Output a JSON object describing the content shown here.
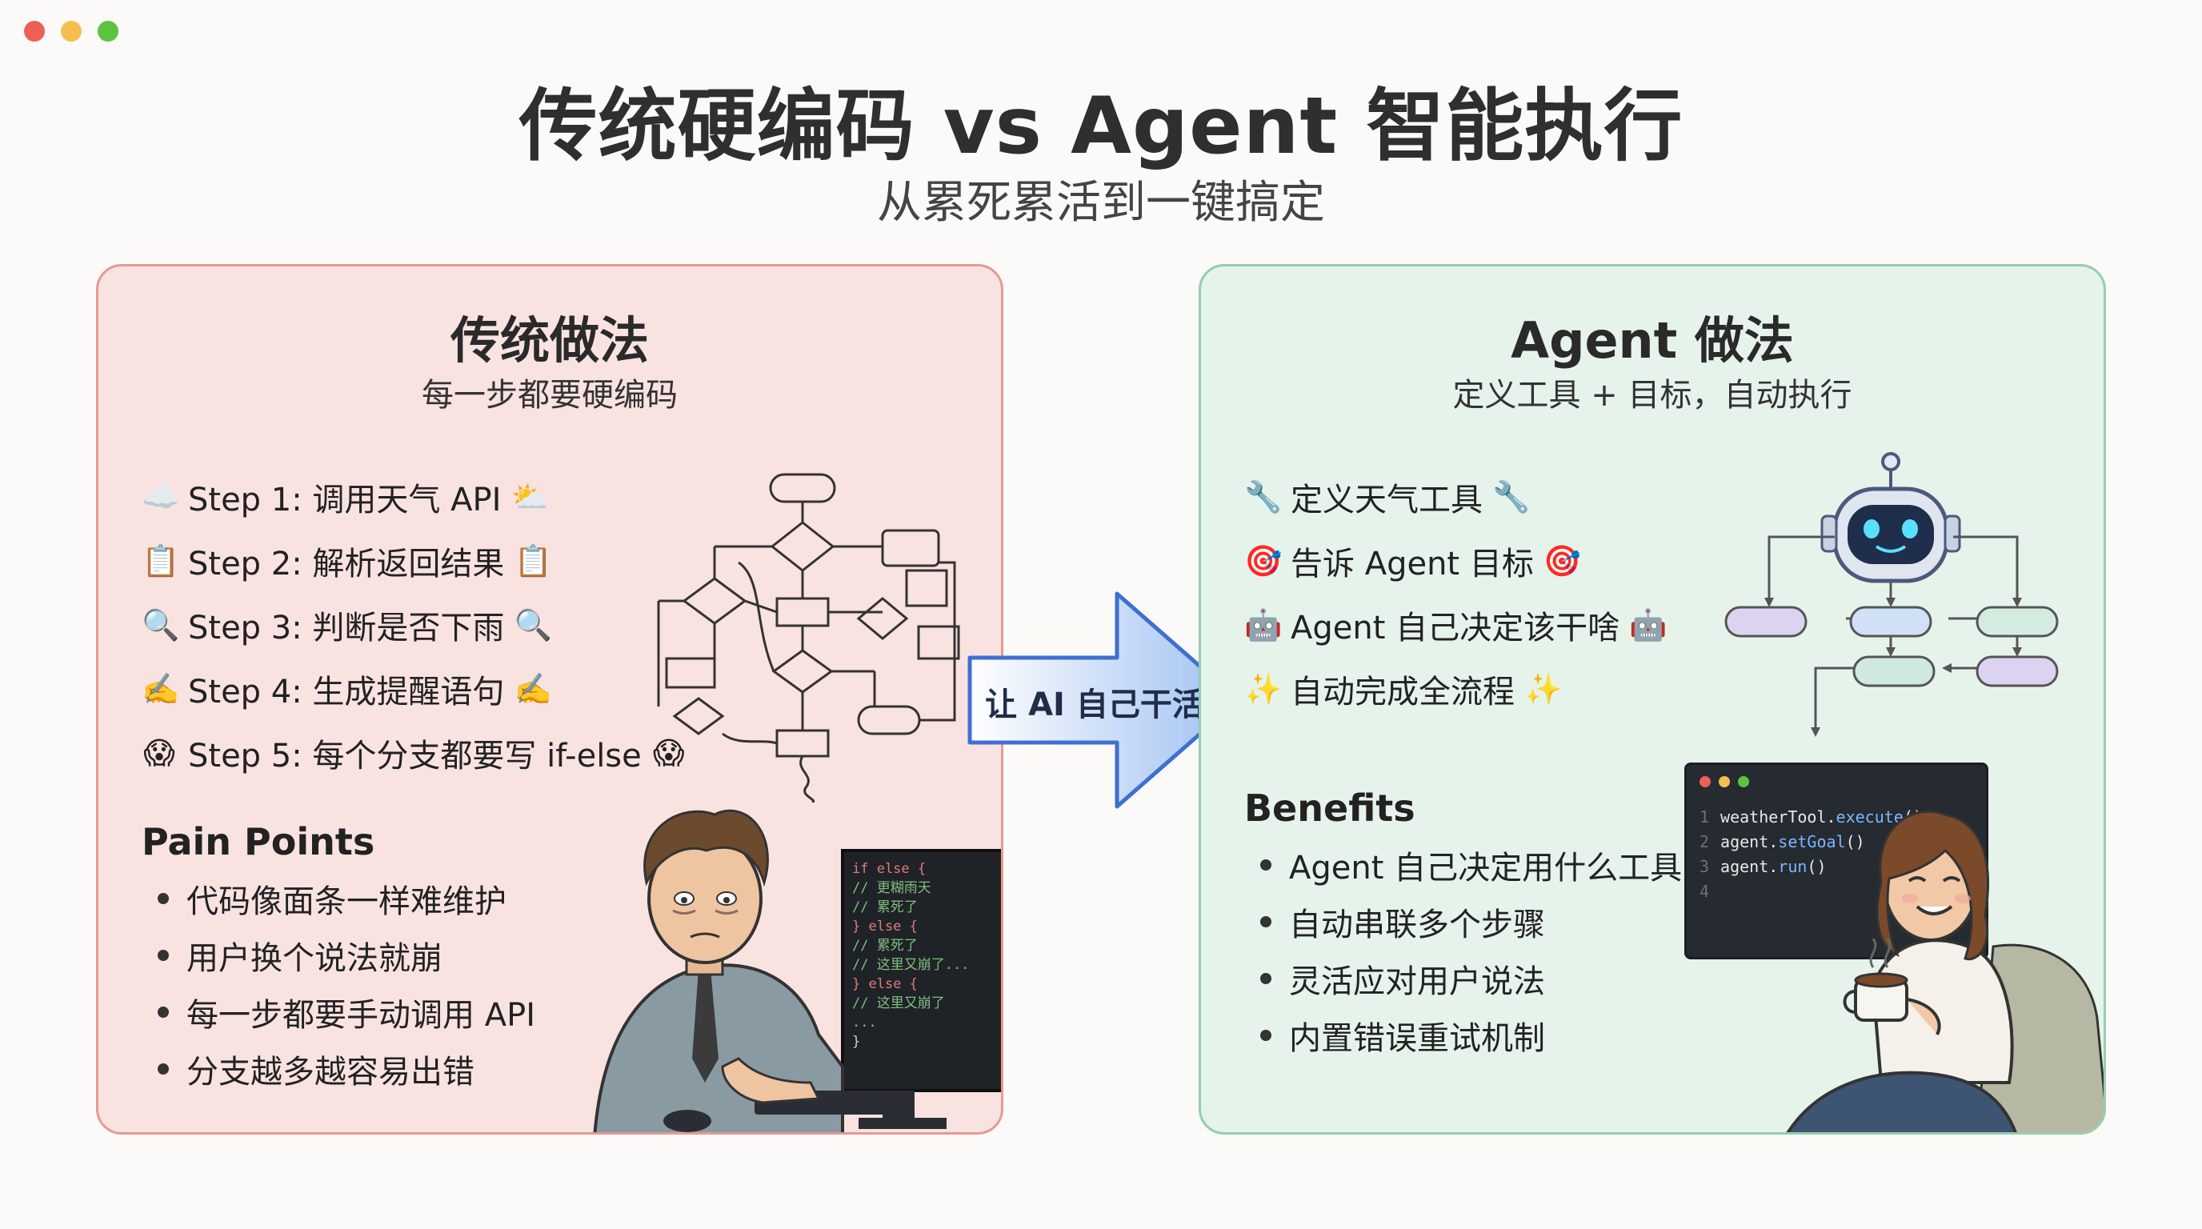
{
  "window": {
    "controls": [
      "close",
      "minimize",
      "zoom"
    ]
  },
  "header": {
    "title": "传统硬编码 vs Agent 智能执行",
    "subtitle": "从累死累活到一键搞定"
  },
  "left": {
    "heading": "传统做法",
    "subheading": "每一步都要硬编码",
    "steps": [
      {
        "icon": "☁️",
        "text": "Step 1: 调用天气 API",
        "icon_after": "⛅"
      },
      {
        "icon": "📋",
        "text": "Step 2: 解析返回结果",
        "icon_after": "📋"
      },
      {
        "icon": "🔍",
        "text": "Step 3: 判断是否下雨",
        "icon_after": "🔍"
      },
      {
        "icon": "✍️",
        "text": "Step 4: 生成提醒语句",
        "icon_after": "✍️"
      },
      {
        "icon": "😱",
        "text": "Step 5: 每个分支都要写 if-else",
        "icon_after": "😱"
      }
    ],
    "section_title": "Pain Points",
    "bullets": [
      "代码像面条一样难维护",
      "用户换个说法就崩",
      "每一步都要手动调用 API",
      "分支越多越容易出错"
    ],
    "code_lines": [
      "if else {",
      "  // 更糊雨天",
      "  // 累死了",
      "} else {",
      "  // 累死了",
      "  // 这里又崩了...",
      "} else {",
      "  // 这里又崩了",
      "  ...",
      "}"
    ]
  },
  "arrow": {
    "label": "让 AI 自己干活"
  },
  "right": {
    "heading": "Agent 做法",
    "subheading": "定义工具 + 目标，自动执行",
    "steps": [
      {
        "icon": "🔧",
        "text": "定义天气工具",
        "icon_after": "🔧"
      },
      {
        "icon": "🎯",
        "text": "告诉 Agent 目标",
        "icon_after": "🎯"
      },
      {
        "icon": "🤖",
        "text": "Agent 自己决定该干啥",
        "icon_after": "🤖"
      },
      {
        "icon": "✨",
        "text": "自动完成全流程",
        "icon_after": "✨"
      }
    ],
    "section_title": "Benefits",
    "bullets": [
      "Agent 自己决定用什么工具",
      "自动串联多个步骤",
      "灵活应对用户说法",
      "内置错误重试机制"
    ],
    "code": {
      "line_numbers": [
        "1",
        "2",
        "3",
        "4"
      ],
      "lines": [
        {
          "obj": "weatherTool.",
          "fn": "execute",
          "rest": "()"
        },
        {
          "obj": "agent.",
          "fn": "setGoal",
          "rest": "()"
        },
        {
          "obj": "agent.",
          "fn": "run",
          "rest": "()"
        }
      ]
    }
  }
}
